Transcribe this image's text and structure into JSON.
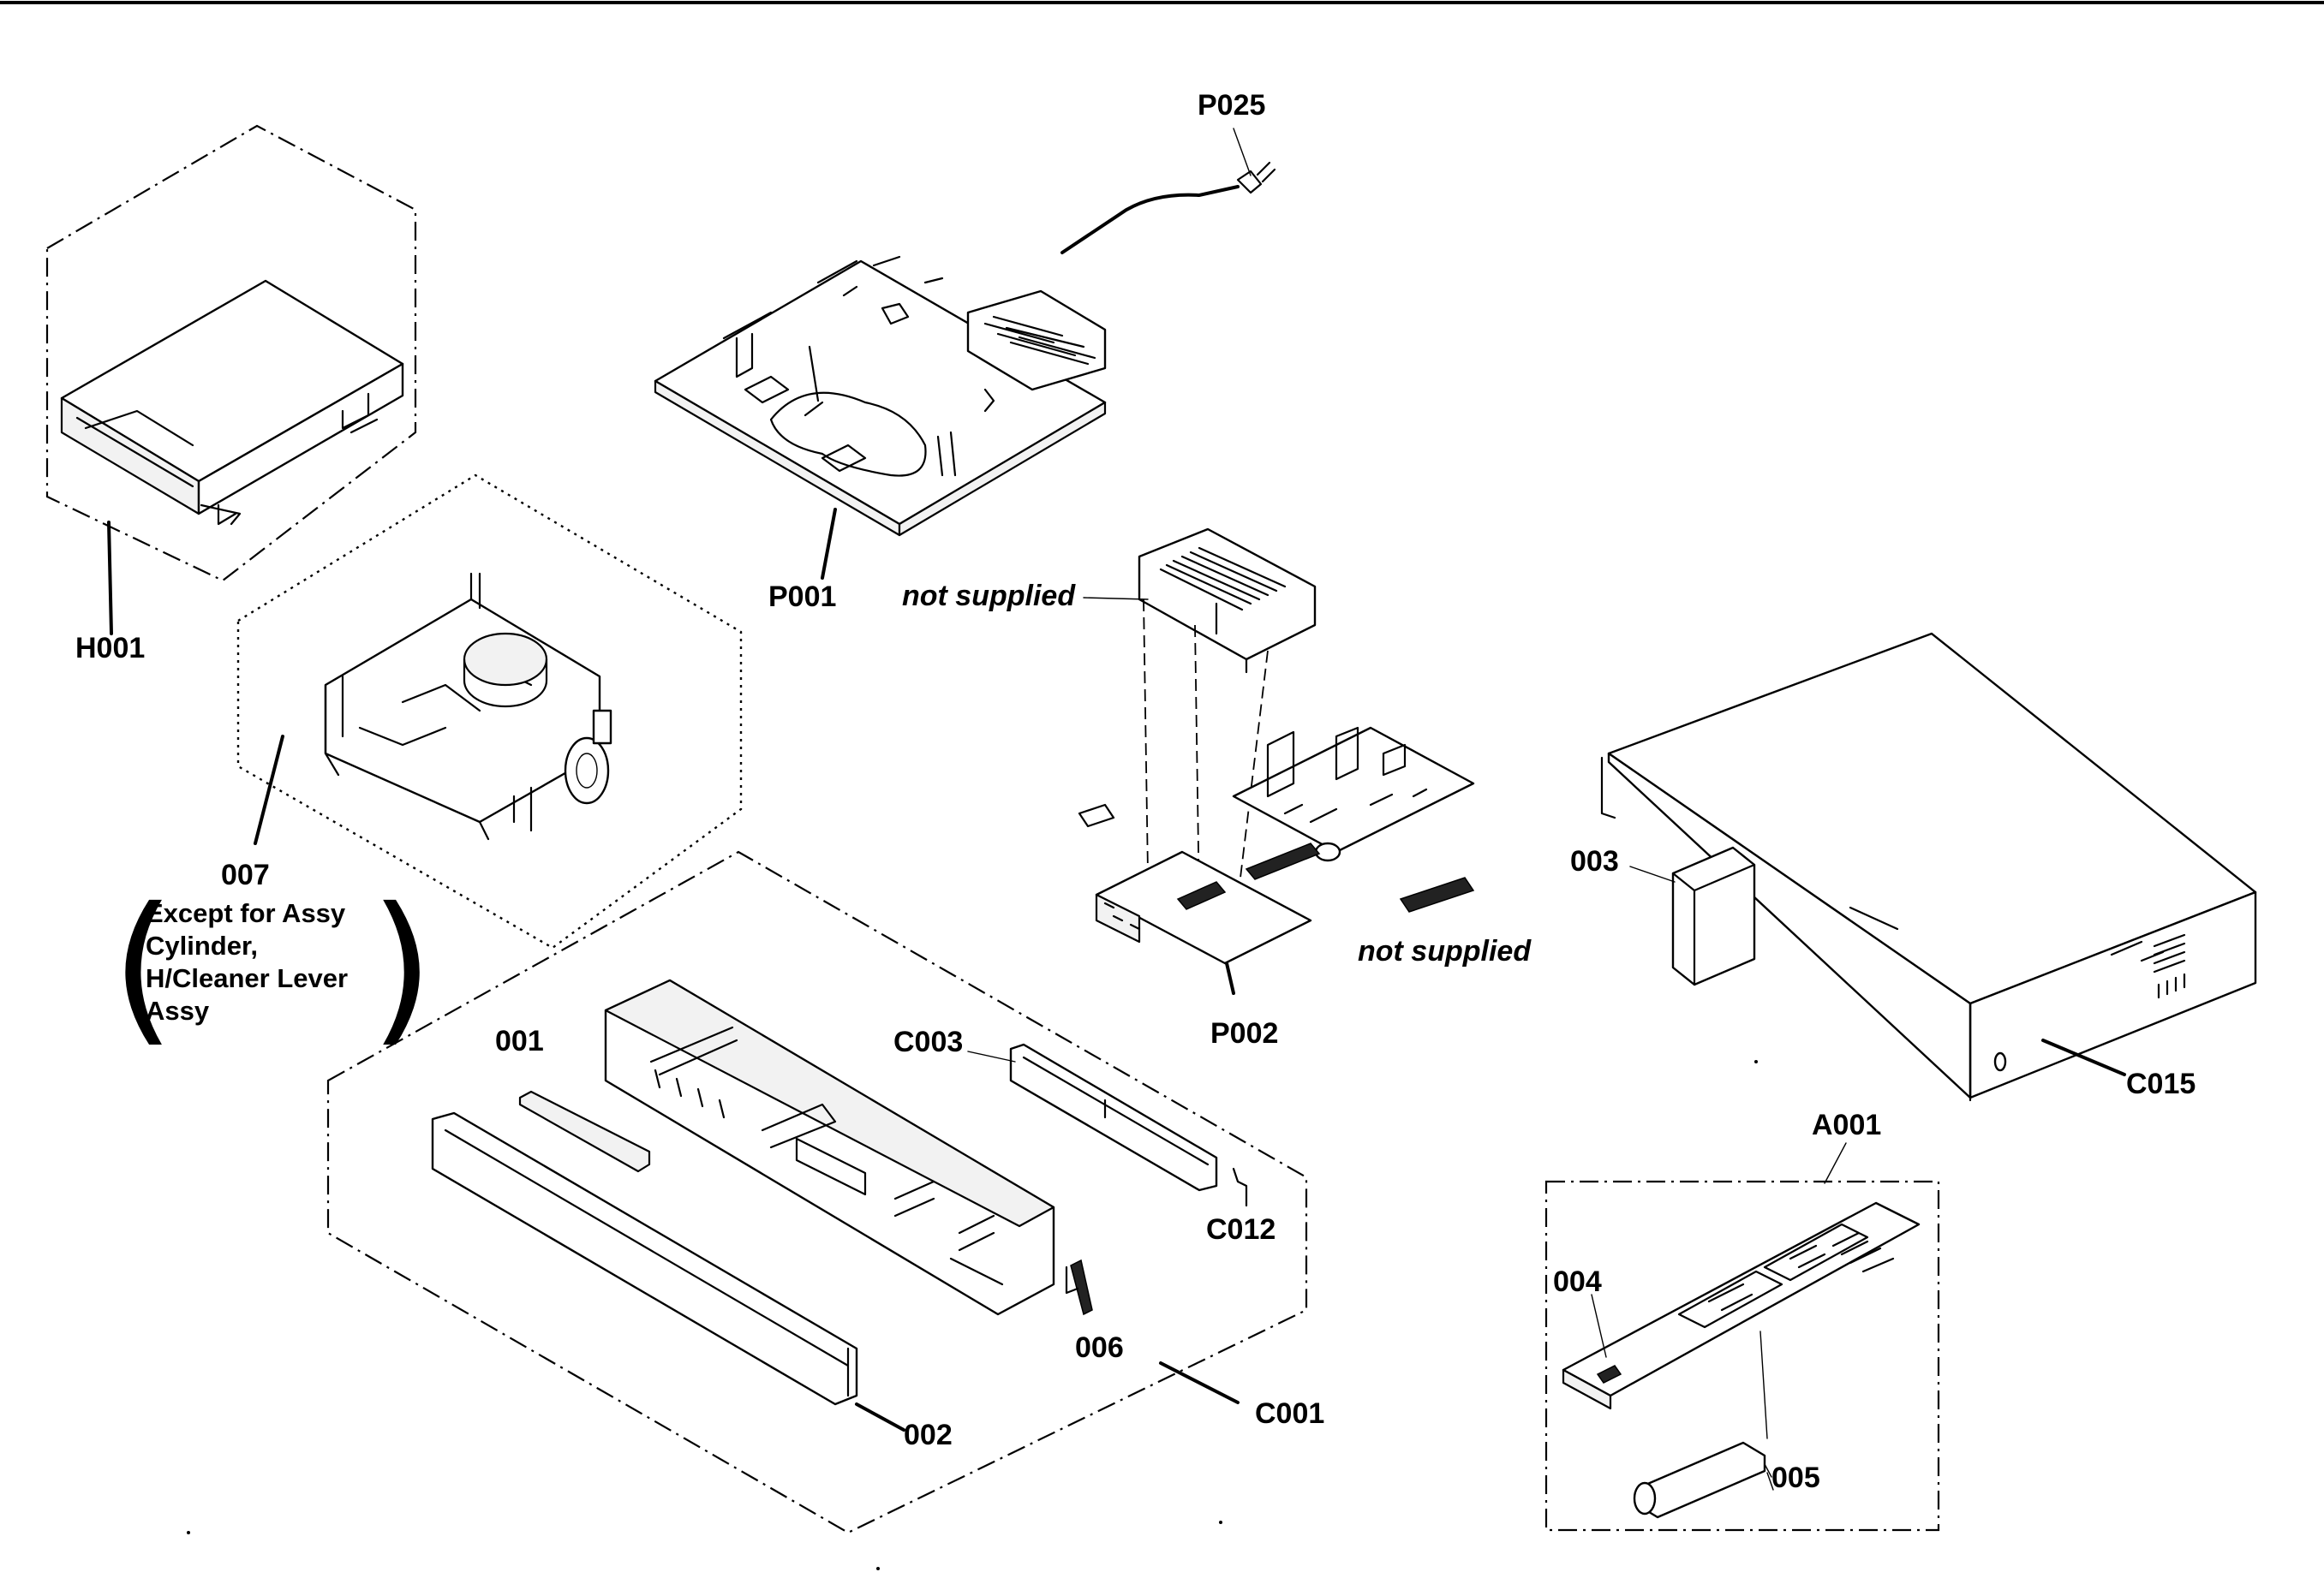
{
  "labels": {
    "p025": "P025",
    "h001": "H001",
    "p001": "P001",
    "not_supplied_top": "not supplied",
    "not_supplied_bottom": "not supplied",
    "p002": "P002",
    "c015": "C015",
    "a001": "A001",
    "l003": "003",
    "l007": "007",
    "note_007": [
      "Except for Assy",
      "Cylinder,",
      "H/Cleaner Lever",
      "Assy"
    ],
    "l001": "001",
    "c003": "C003",
    "c012": "C012",
    "l006": "006",
    "c001": "C001",
    "l002": "002",
    "l004": "004",
    "l005": "005"
  }
}
